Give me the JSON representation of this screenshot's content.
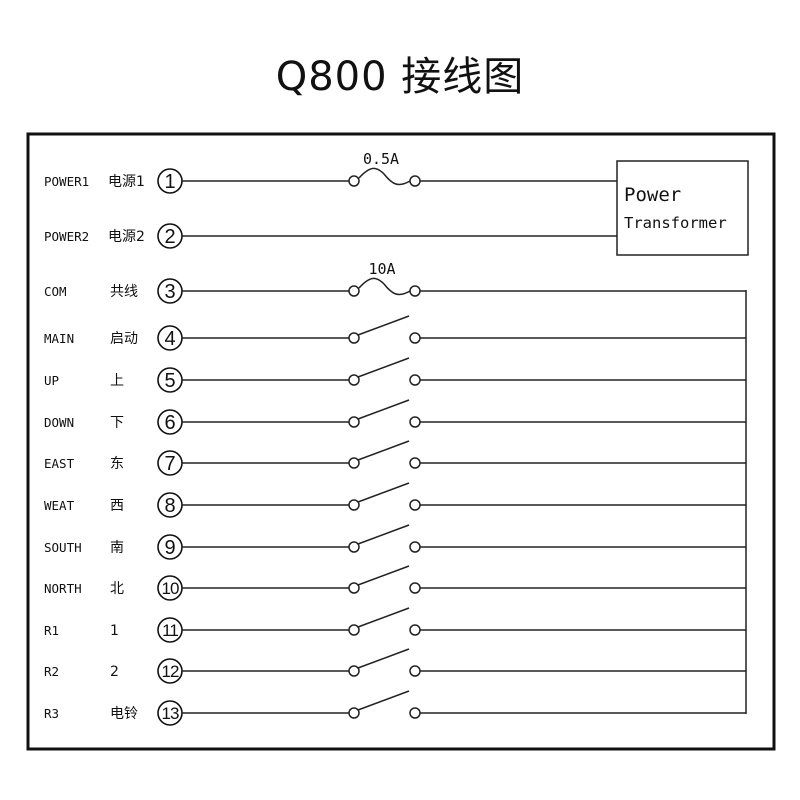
{
  "title": "Q800 接线图",
  "power_rows": [
    {
      "code": "POWER1",
      "name": "电源1",
      "terminal": "1"
    },
    {
      "code": "POWER2",
      "name": "电源2",
      "terminal": "2"
    }
  ],
  "com_row": {
    "code": "COM",
    "name": "共线",
    "terminal": "3"
  },
  "fuses": {
    "power_fuse_label": "0.5A",
    "com_fuse_label": "10A"
  },
  "transformer": {
    "line1": "Power",
    "line2": "Transformer"
  },
  "switch_rows": [
    {
      "code": "MAIN",
      "name": "启动",
      "terminal": "4"
    },
    {
      "code": "UP",
      "name": "上",
      "terminal": "5"
    },
    {
      "code": "DOWN",
      "name": "下",
      "terminal": "6"
    },
    {
      "code": "EAST",
      "name": "东",
      "terminal": "7"
    },
    {
      "code": "WEAT",
      "name": "西",
      "terminal": "8"
    },
    {
      "code": "SOUTH",
      "name": "南",
      "terminal": "9"
    },
    {
      "code": "NORTH",
      "name": "北",
      "terminal": "10"
    },
    {
      "code": "R1",
      "name": "1",
      "terminal": "11"
    },
    {
      "code": "R2",
      "name": "2",
      "terminal": "12"
    },
    {
      "code": "R3",
      "name": "电铃",
      "terminal": "13"
    }
  ],
  "colors": {
    "line": "#222222",
    "frame": "#111111",
    "background": "#ffffff"
  }
}
